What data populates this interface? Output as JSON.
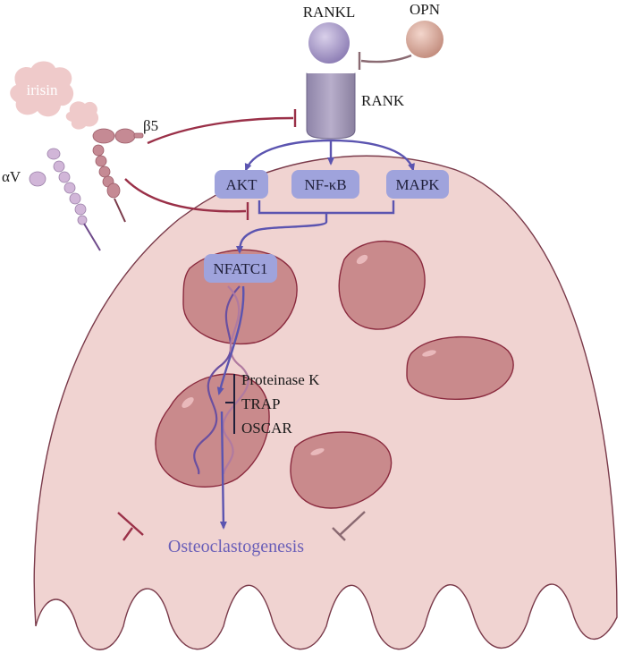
{
  "labels": {
    "rankl": "RANKL",
    "opn": "OPN",
    "rank": "RANK",
    "irisin": "irisin",
    "beta5": "β5",
    "alphaV": "αV",
    "akt": "AKT",
    "nfkb": "NF-κB",
    "mapk": "MAPK",
    "nfatc1": "NFATC1",
    "proteinase_k": "Proteinase K",
    "trap": "TRAP",
    "oscar": "OSCAR",
    "osteoclastogenesis": "Osteoclastogenesis"
  },
  "colors": {
    "cell_fill": "#f0d3d1",
    "cell_stroke": "#7a3a4a",
    "nucleus_fill": "#c98a8c",
    "nucleus_stroke": "#8a2a3e",
    "signal_box": "#9fa3dc",
    "activation_arrow": "#5b54b0",
    "inhibition_red": "#9a3048",
    "inhibition_gray": "#8a6a72",
    "rank_receptor": "#a79cbc",
    "rankl_ball": "#a89ac6",
    "opn_ball": "#d6a89a",
    "irisin_blob": "#efcaca",
    "integrin_beta5": "#c58a94",
    "integrin_alphaV": "#d1b6d8"
  }
}
